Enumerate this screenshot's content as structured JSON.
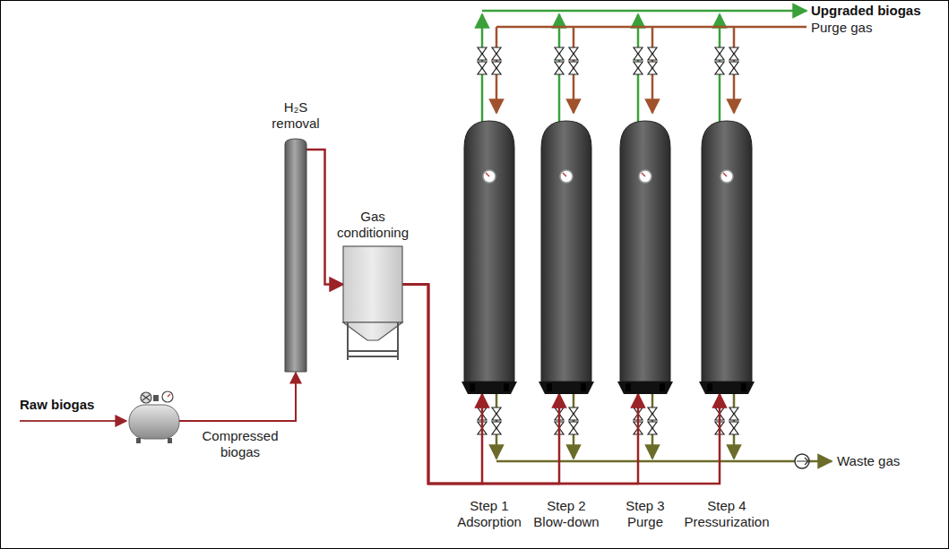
{
  "diagram": {
    "nodes": [
      {
        "text": [
          "H₂S removal"
        ]
      },
      {
        "text": [
          "Gas conditioning"
        ]
      },
      {
        "text": [
          "Step 1 Adsorption"
        ]
      },
      {
        "text": [
          "Step 2 Blow-down"
        ]
      },
      {
        "text": [
          "Step 3 Purge"
        ]
      },
      {
        "text": [
          "Step 4 Pressurization"
        ]
      }
    ],
    "edges": [
      {
        "from": 0,
        "to": 1,
        "arrow": "to"
      },
      {
        "from": 1,
        "to": 2,
        "arrow": "to"
      },
      {
        "from": 1,
        "to": 3,
        "arrow": "to"
      },
      {
        "from": 1,
        "to": 4,
        "arrow": "to"
      },
      {
        "from": 1,
        "to": 5,
        "arrow": "to"
      }
    ],
    "labels": [
      "Raw biogas",
      "Compressed biogas",
      "Upgraded biogas",
      "Purge gas",
      "Waste gas"
    ]
  }
}
